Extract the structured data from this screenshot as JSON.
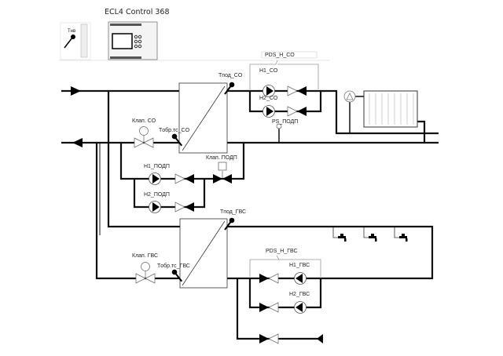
{
  "controller": {
    "title": "ECL4 Control 368"
  },
  "outdoor_sensor": {
    "label": "Tнв"
  },
  "heating": {
    "pds_label": "PDS_H_CO",
    "pump1": "H1_CO",
    "pump2": "H2_CO",
    "supply_sensor": "Tпод_CO",
    "return_sensor": "Tобр.тс_CO",
    "valve": "Клап. CO",
    "pressure_sensor": "PS_ПОДП"
  },
  "makeup": {
    "valve": "Клап. ПОДП",
    "pump1": "H1_ПОДП",
    "pump2": "H2_ПОДП"
  },
  "dhw": {
    "supply_sensor": "Tпод_ГВС",
    "return_sensor": "Tобр.тс_ГВС",
    "valve": "Клап. ГВС",
    "pds_label": "PDS_H_ГВС",
    "pump1": "H1_ГВС",
    "pump2": "H2_ГВС"
  },
  "colors": {
    "pipe": "#111111",
    "outline": "#999999"
  }
}
